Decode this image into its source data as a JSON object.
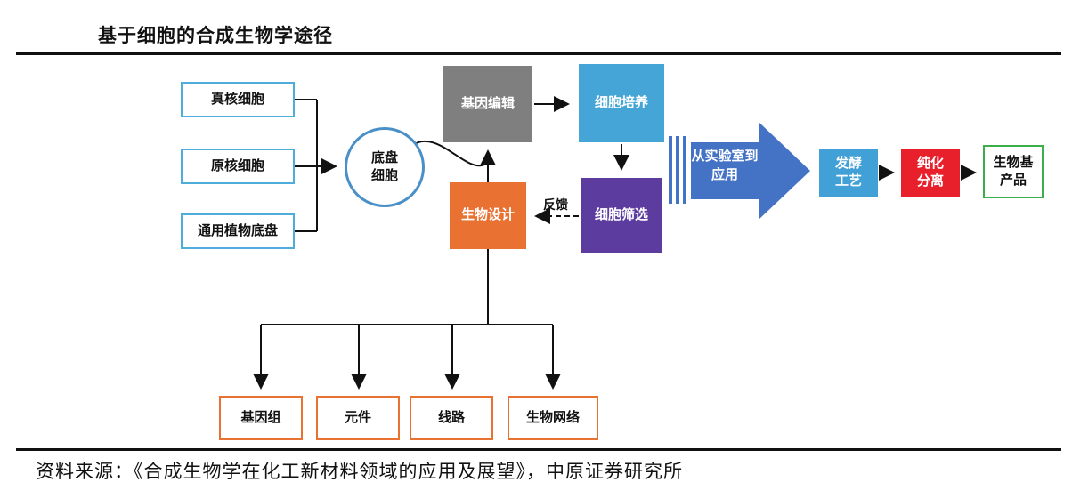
{
  "page": {
    "title": "基于细胞的合成生物学途径",
    "source": "资料来源：《合成生物学在化工新材料领域的应用及展望》，中原证券研究所"
  },
  "diagram": {
    "inputs": {
      "eukaryotic": "真核细胞",
      "prokaryotic": "原核细胞",
      "plant_chassis": "通用植物底盘"
    },
    "chassis_cell": "底盘\n细胞",
    "gene_editing": "基因编辑",
    "cell_culture": "细胞培养",
    "cell_screening": "细胞筛选",
    "bio_design": "生物设计",
    "feedback_label": "反馈",
    "design_elements": {
      "genome": "基因组",
      "parts": "元件",
      "circuits": "线路",
      "bio_network": "生物网络"
    },
    "transition_arrow": "从实验室到\n应用",
    "fermentation": "发酵\n工艺",
    "purification": "纯化\n分离",
    "bio_product": "生物基\n产品"
  },
  "colors": {
    "input_border": "#4FADDB",
    "circle_border": "#4A90C8",
    "gene_editing_fill": "#7F7F7F",
    "cell_culture_fill": "#45A5D6",
    "cell_screening_fill": "#5C3C9E",
    "bio_design_fill": "#E97132",
    "design_box_border": "#E97132",
    "transition_arrow_fill": "#4472C4",
    "fermentation_fill": "#41A0D6",
    "purification_fill": "#E8202C",
    "product_border": "#3DAE4C",
    "rule": "#111111"
  }
}
